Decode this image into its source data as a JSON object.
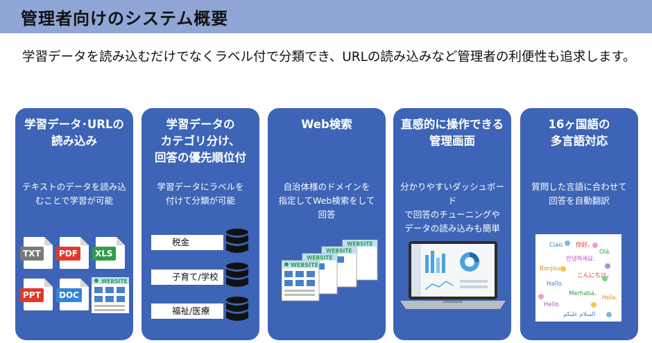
{
  "header": {
    "title": "管理者向けのシステム概要",
    "subtitle": "学習データを読み込むだけでなくラベル付で分類でき、URLの読み込みなど管理者の利便性も追求します。"
  },
  "colors": {
    "title_bar": "#8fa6d6",
    "card": "#3d64b6",
    "txt": "#7a7a7a",
    "pdf": "#e0392b",
    "xls": "#2e9e48",
    "ppt": "#e0392b",
    "doc": "#2f86d9"
  },
  "cards": [
    {
      "title_line1": "学習データ･URLの",
      "title_line2": "読み込み",
      "desc_line1": "テキストのデータを読み込",
      "desc_line2": "むことで学習が可能",
      "file_icons": [
        {
          "label": "TXT",
          "icon": "txt-file-icon"
        },
        {
          "label": "PDF",
          "icon": "pdf-file-icon"
        },
        {
          "label": "XLS",
          "icon": "xls-file-icon"
        },
        {
          "label": "PPT",
          "icon": "ppt-file-icon"
        },
        {
          "label": "DOC",
          "icon": "doc-file-icon"
        }
      ],
      "website_label": "WEBSITE"
    },
    {
      "title_line1": "学習データの",
      "title_line2": "カテゴリ分け、",
      "title_line3": "回答の優先順位付",
      "desc_line1": "学習データにラベルを",
      "desc_line2": "付けて分類が可能",
      "labels": [
        "税金",
        "子育て/学校",
        "福祉/医療"
      ]
    },
    {
      "title_line1": "Web検索",
      "desc_line1": "自治体様のドメインを",
      "desc_line2": "指定してWeb検索をして",
      "desc_line3": "回答",
      "website_label": "WEBSITE"
    },
    {
      "title_line1": "直感的に操作できる",
      "title_line2": "管理画面",
      "desc_line1": "分かりやすいダッシュボード",
      "desc_line2": "で回答のチューニングや",
      "desc_line3": "データの読み込みも簡単"
    },
    {
      "title_line1": "16ヶ国語の",
      "title_line2": "多言語対応",
      "desc_line1": "質問した言語に合わせて",
      "desc_line2": "回答を自動翻訳",
      "greetings": [
        "Ciao.",
        "你好。",
        "Olá.",
        "안녕하세요.",
        "Bonjour.",
        "こんにちは。",
        "Hallo.",
        "Merhaba.",
        "Hola.",
        "Hello.",
        "السلام عليكم"
      ]
    }
  ]
}
